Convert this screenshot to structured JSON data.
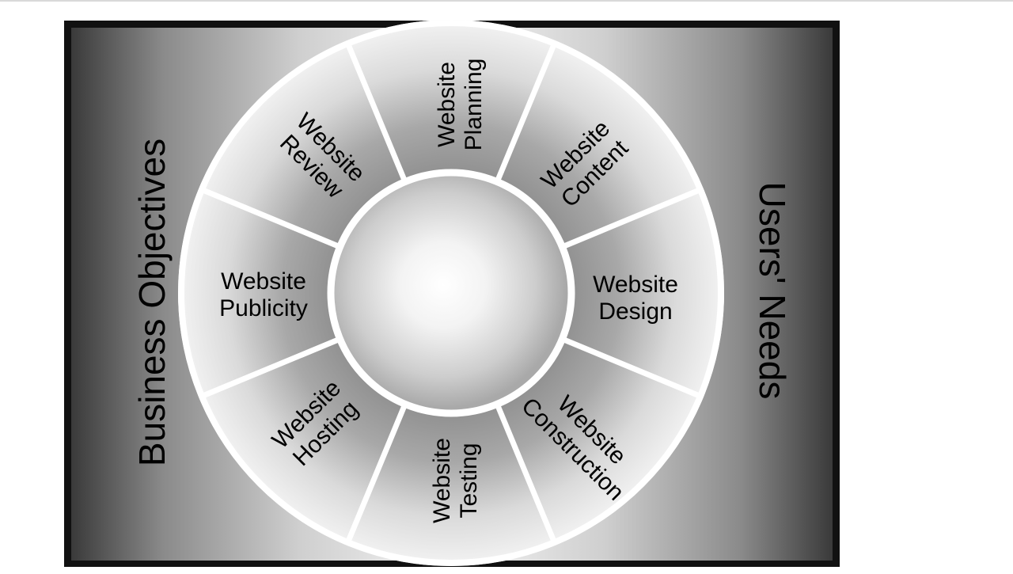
{
  "diagram": {
    "left_label": "Business Objectives",
    "right_label": "Users' Needs",
    "segments": [
      {
        "id": "planning",
        "lines": [
          "Website",
          "Planning"
        ]
      },
      {
        "id": "content",
        "lines": [
          "Website",
          "Content"
        ]
      },
      {
        "id": "design",
        "lines": [
          "Website",
          "Design"
        ]
      },
      {
        "id": "construction",
        "lines": [
          "Website",
          "Construction"
        ]
      },
      {
        "id": "testing",
        "lines": [
          "Website",
          "Testing"
        ]
      },
      {
        "id": "hosting",
        "lines": [
          "Website",
          "Hosting"
        ]
      },
      {
        "id": "publicity",
        "lines": [
          "Website",
          "Publicity"
        ]
      },
      {
        "id": "review",
        "lines": [
          "Website",
          "Review"
        ]
      }
    ]
  }
}
